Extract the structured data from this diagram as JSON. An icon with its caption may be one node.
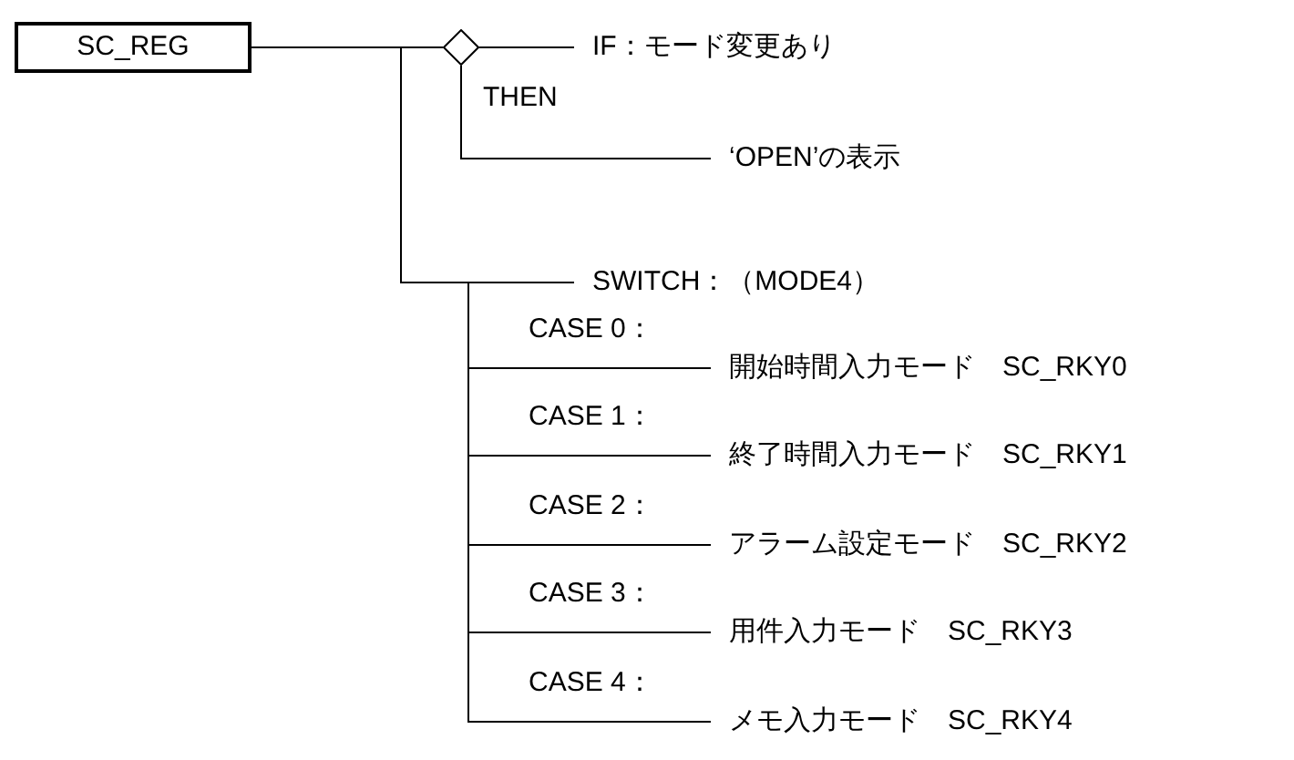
{
  "diagram": {
    "nodes": [
      {
        "text": [
          "SC_REG"
        ]
      },
      {
        "text": [],
        "shape": "diamond"
      },
      {
        "text": [
          "IF：モード変更あり"
        ]
      },
      {
        "text": [
          "‘OPEN’の表示"
        ]
      },
      {
        "text": [
          "SWITCH：（MODE4）"
        ]
      },
      {
        "text": [
          "開始時間入力モード　SC_RKY0"
        ]
      },
      {
        "text": [
          "終了時間入力モード　SC_RKY1"
        ]
      },
      {
        "text": [
          "アラーム設定モード　SC_RKY2"
        ]
      },
      {
        "text": [
          "用件入力モード　SC_RKY3"
        ]
      },
      {
        "text": [
          "メモ入力モード　SC_RKY4"
        ]
      }
    ],
    "edges": [
      {
        "from": 0,
        "to": 1,
        "arrow": "none"
      },
      {
        "from": 1,
        "to": 2,
        "arrow": "none"
      },
      {
        "from": 1,
        "to": 3,
        "arrow": "none",
        "label": "THEN"
      },
      {
        "from": 0,
        "to": 4,
        "arrow": "none"
      },
      {
        "from": 4,
        "to": 5,
        "arrow": "none",
        "label": "CASE 0："
      },
      {
        "from": 4,
        "to": 6,
        "arrow": "none",
        "label": "CASE 1："
      },
      {
        "from": 4,
        "to": 7,
        "arrow": "none",
        "label": "CASE 2："
      },
      {
        "from": 4,
        "to": 8,
        "arrow": "none",
        "label": "CASE 3："
      },
      {
        "from": 4,
        "to": 9,
        "arrow": "none",
        "label": "CASE 4："
      }
    ]
  }
}
